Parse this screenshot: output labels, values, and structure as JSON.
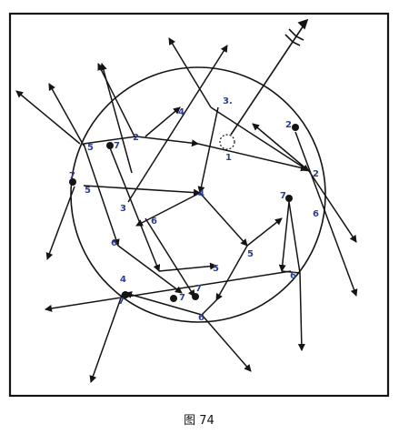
{
  "caption": "图 74",
  "colors": {
    "ink": "#141414",
    "label": "#2b3f9a",
    "paper": "#ffffff"
  },
  "labels": [
    "1",
    "2",
    "3.",
    "2",
    "4",
    "5",
    "7",
    "5",
    "7",
    "3",
    "4",
    "6",
    "6",
    "5",
    "5",
    "4",
    "7",
    "7",
    "6",
    "7",
    "6",
    "6",
    "7",
    "2"
  ]
}
